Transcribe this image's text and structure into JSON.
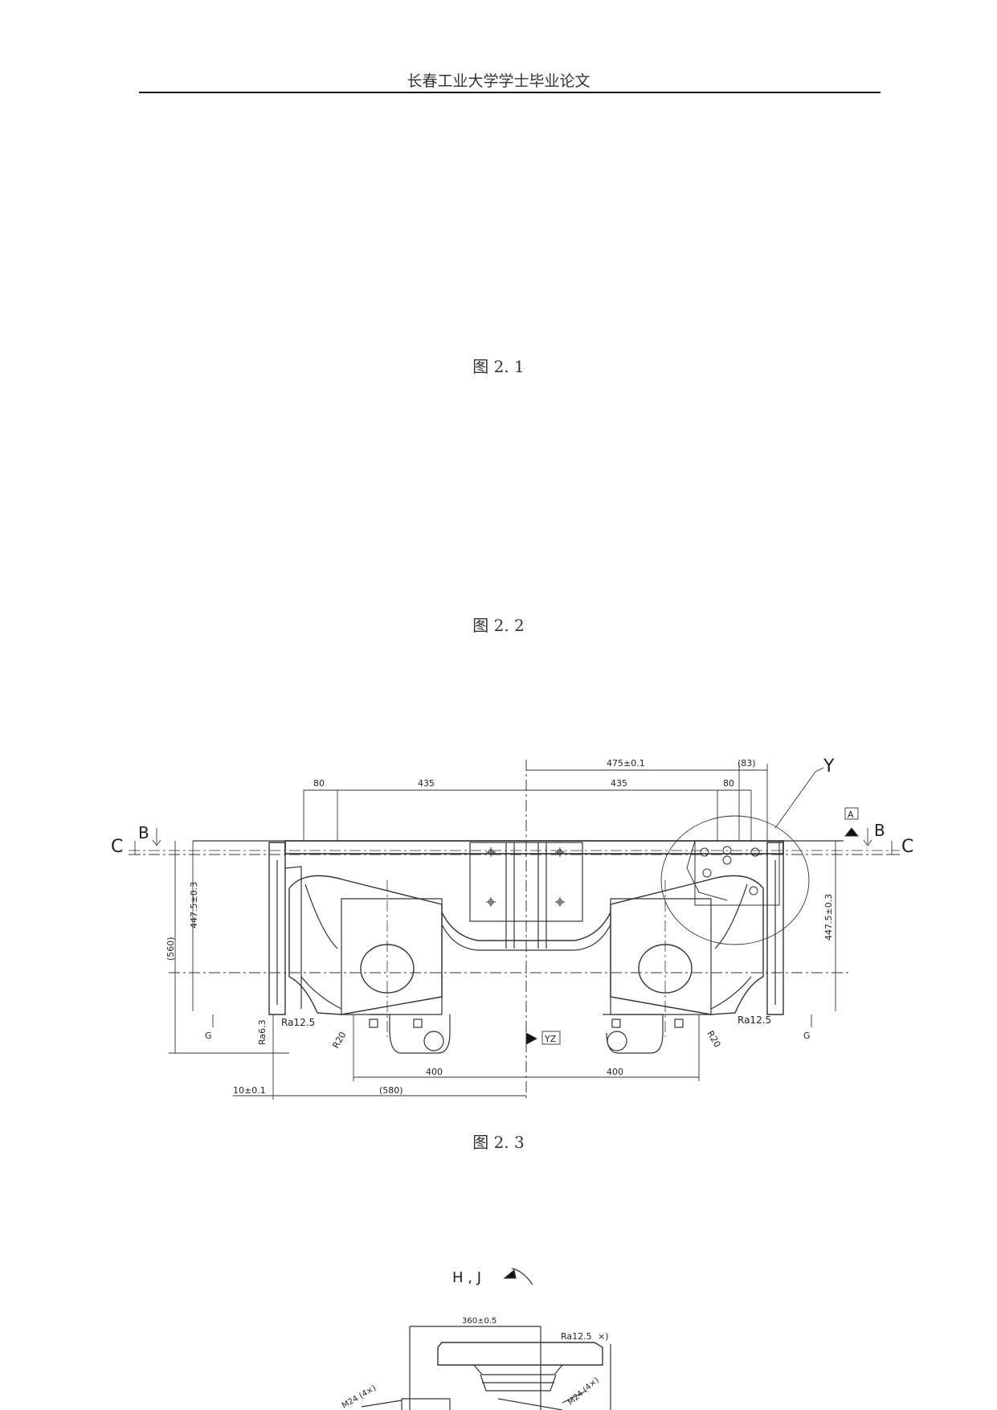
{
  "header": {
    "title": "长春工业大学学士毕业论文"
  },
  "figures": [
    {
      "caption": "图 2. 1"
    },
    {
      "caption": "图 2. 2"
    },
    {
      "caption": "图 2. 3"
    }
  ],
  "drawing_fig3": {
    "dims": {
      "d80_left": "80",
      "d435_left": "435",
      "d435_right": "435",
      "d475": "475±0.1",
      "d83": "(83)",
      "d80_right": "80",
      "d400_left": "400",
      "d400_right": "400",
      "d580": "(580)",
      "d10": "10±0.1",
      "d4475_left": "447.5±0.3",
      "d4475_right": "447.5±0.3",
      "d560": "(560)"
    },
    "labels": {
      "c_left": "C",
      "b_left": "B",
      "b_right": "B",
      "c_right": "C",
      "a_datum": "A",
      "y": "Y",
      "yz": "YZ",
      "g_left": "G",
      "g_right": "G",
      "ra63": "Ra6.3",
      "ra125_left": "Ra12.5",
      "ra125_right": "Ra12.5",
      "r20_left": "R20",
      "r20_right": "R20"
    }
  },
  "drawing_fig4": {
    "view_label": "H , J",
    "dims": {
      "d360": "360±0.5",
      "ra125": "Ra12.5",
      "ra125_note": "×)",
      "m24_left": "M24 (4×)",
      "m24_right": "M24 (4×)"
    }
  }
}
